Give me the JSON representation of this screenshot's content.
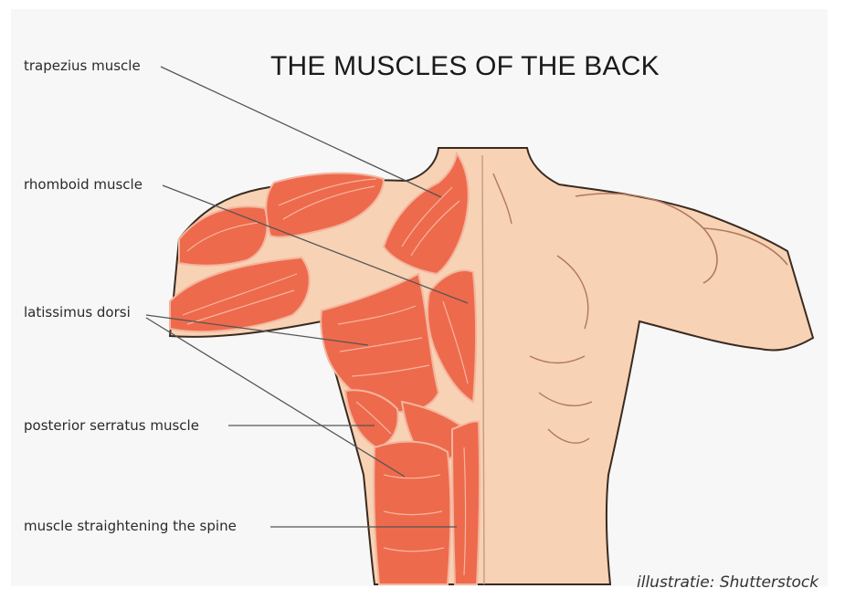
{
  "title": "THE MUSCLES OF THE BACK",
  "labels": {
    "trapezius": "trapezius muscle",
    "rhomboid": "rhomboid muscle",
    "latissimus": "latissimus dorsi",
    "serratus": "posterior serratus muscle",
    "erector": "muscle straightening the spine"
  },
  "credit": "illustratie: Shutterstock",
  "colors": {
    "skin": "#f7d2b4",
    "skin_outline": "#3a2a20",
    "muscle": "#ee6a4c",
    "muscle_fiber": "#f8c2ae",
    "leader_line": "#555555"
  }
}
